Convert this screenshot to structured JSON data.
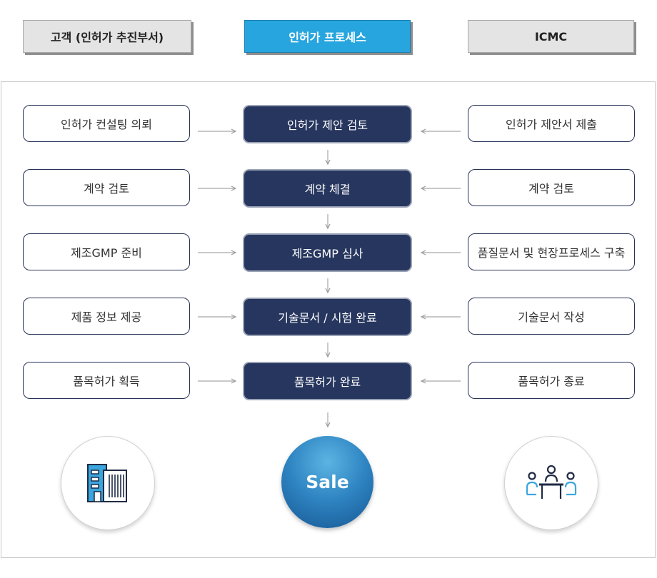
{
  "headers": {
    "left": "고객 (인허가 추진부서)",
    "middle": "인허가 프로세스",
    "right": "ICMC"
  },
  "steps": [
    {
      "left": "인허가 컨설팅 의뢰",
      "center": "인허가 제안 검토",
      "right": "인허가 제안서 제출"
    },
    {
      "left": "계약 검토",
      "center": "계약 체결",
      "right": "계약 검토"
    },
    {
      "left": "제조GMP 준비",
      "center": "제조GMP 심사",
      "right": "품질문서 및 현장프로세스 구축"
    },
    {
      "left": "제품 정보 제공",
      "center": "기술문서 / 시험 완료",
      "right": "기술문서 작성"
    },
    {
      "left": "품목허가 획득",
      "center": "품목허가 완료",
      "right": "품목허가 종료"
    }
  ],
  "result": {
    "label": "Sale"
  },
  "icons": {
    "left": "building-icon",
    "right": "meeting-table-icon"
  },
  "colors": {
    "header_gray": "#e4e4e4",
    "header_blue": "#27a5de",
    "step_navy": "#26365e",
    "sale_blue": "#2e84c1"
  }
}
